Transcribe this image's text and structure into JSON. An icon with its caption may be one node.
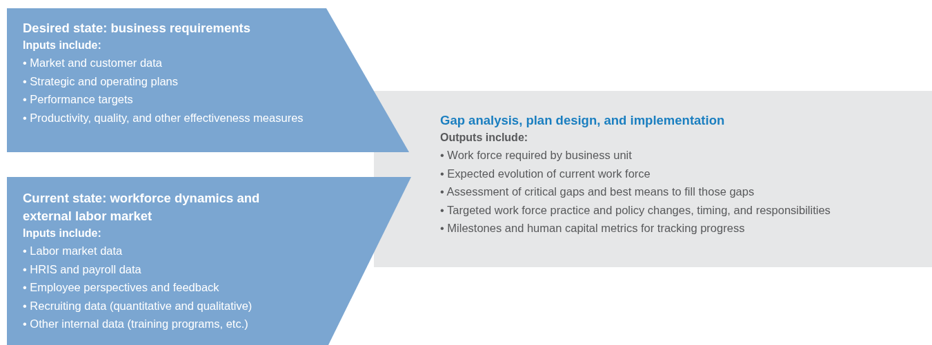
{
  "diagram": {
    "nodes": [
      {
        "text": [
          "Gap analysis, plan design, and implementation",
          "Outputs include:",
          "• Work force required by business unit",
          "• Expected evolution of current work force",
          "• Assessment of critical gaps and best means to fill those gaps",
          "• Targeted work force practice and policy changes, timing, and responsibilities",
          "• Milestones and human capital metrics for tracking progress"
        ]
      },
      {
        "text": [
          "Desired state: business requirements",
          "Inputs include:",
          "• Market and customer data",
          "• Strategic and operating plans",
          "• Performance targets",
          "• Productivity, quality, and other effectiveness measures"
        ]
      },
      {
        "text": [
          "Current state: workforce dynamics and external labor market",
          "Inputs include:",
          "• Labor market data",
          "• HRIS and payroll data",
          "• Employee perspectives and feedback",
          "• Recruiting data (quantitative and qualitative)",
          "• Other internal data (training programs, etc.)"
        ]
      }
    ]
  }
}
